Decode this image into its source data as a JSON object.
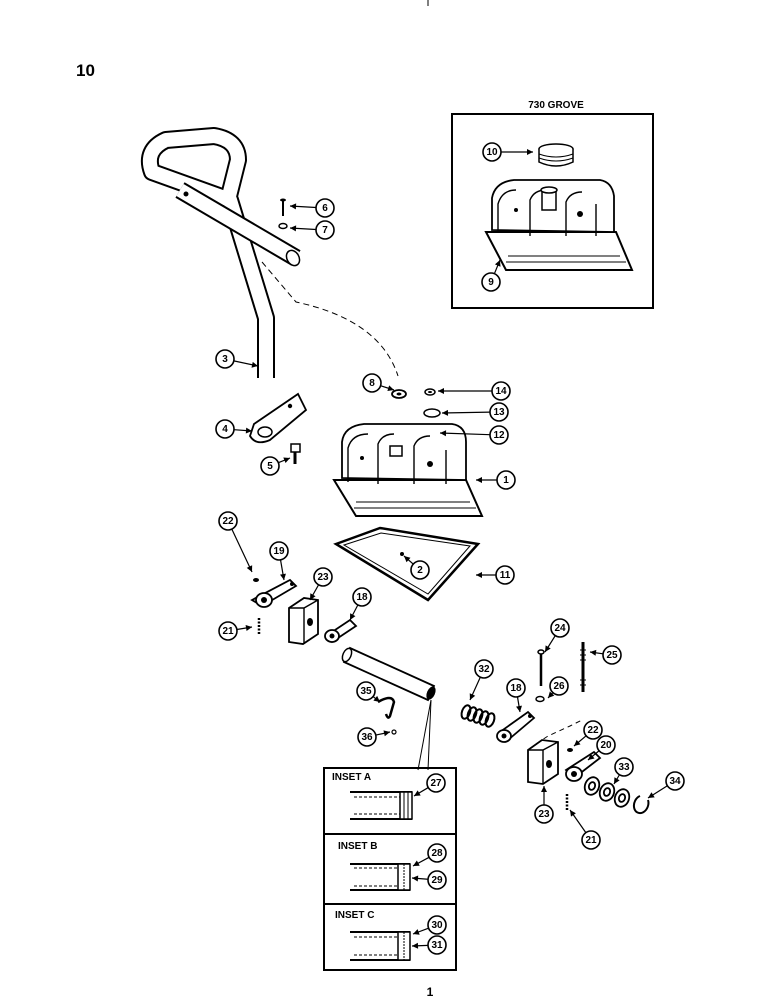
{
  "page_number": "10",
  "footer_number": "1",
  "inset_730": {
    "title": "730 GROVE"
  },
  "insets": [
    {
      "label": "INSET A",
      "callouts": [
        "27"
      ]
    },
    {
      "label": "INSET B",
      "callouts": [
        "28",
        "29"
      ]
    },
    {
      "label": "INSET C",
      "callouts": [
        "30",
        "31"
      ]
    }
  ],
  "callouts": [
    "1",
    "2",
    "3",
    "4",
    "5",
    "6",
    "7",
    "8",
    "9",
    "10",
    "11",
    "12",
    "13",
    "14",
    "18",
    "18",
    "19",
    "20",
    "21",
    "21",
    "22",
    "22",
    "23",
    "23",
    "24",
    "25",
    "26",
    "32",
    "33",
    "34",
    "35",
    "36"
  ]
}
